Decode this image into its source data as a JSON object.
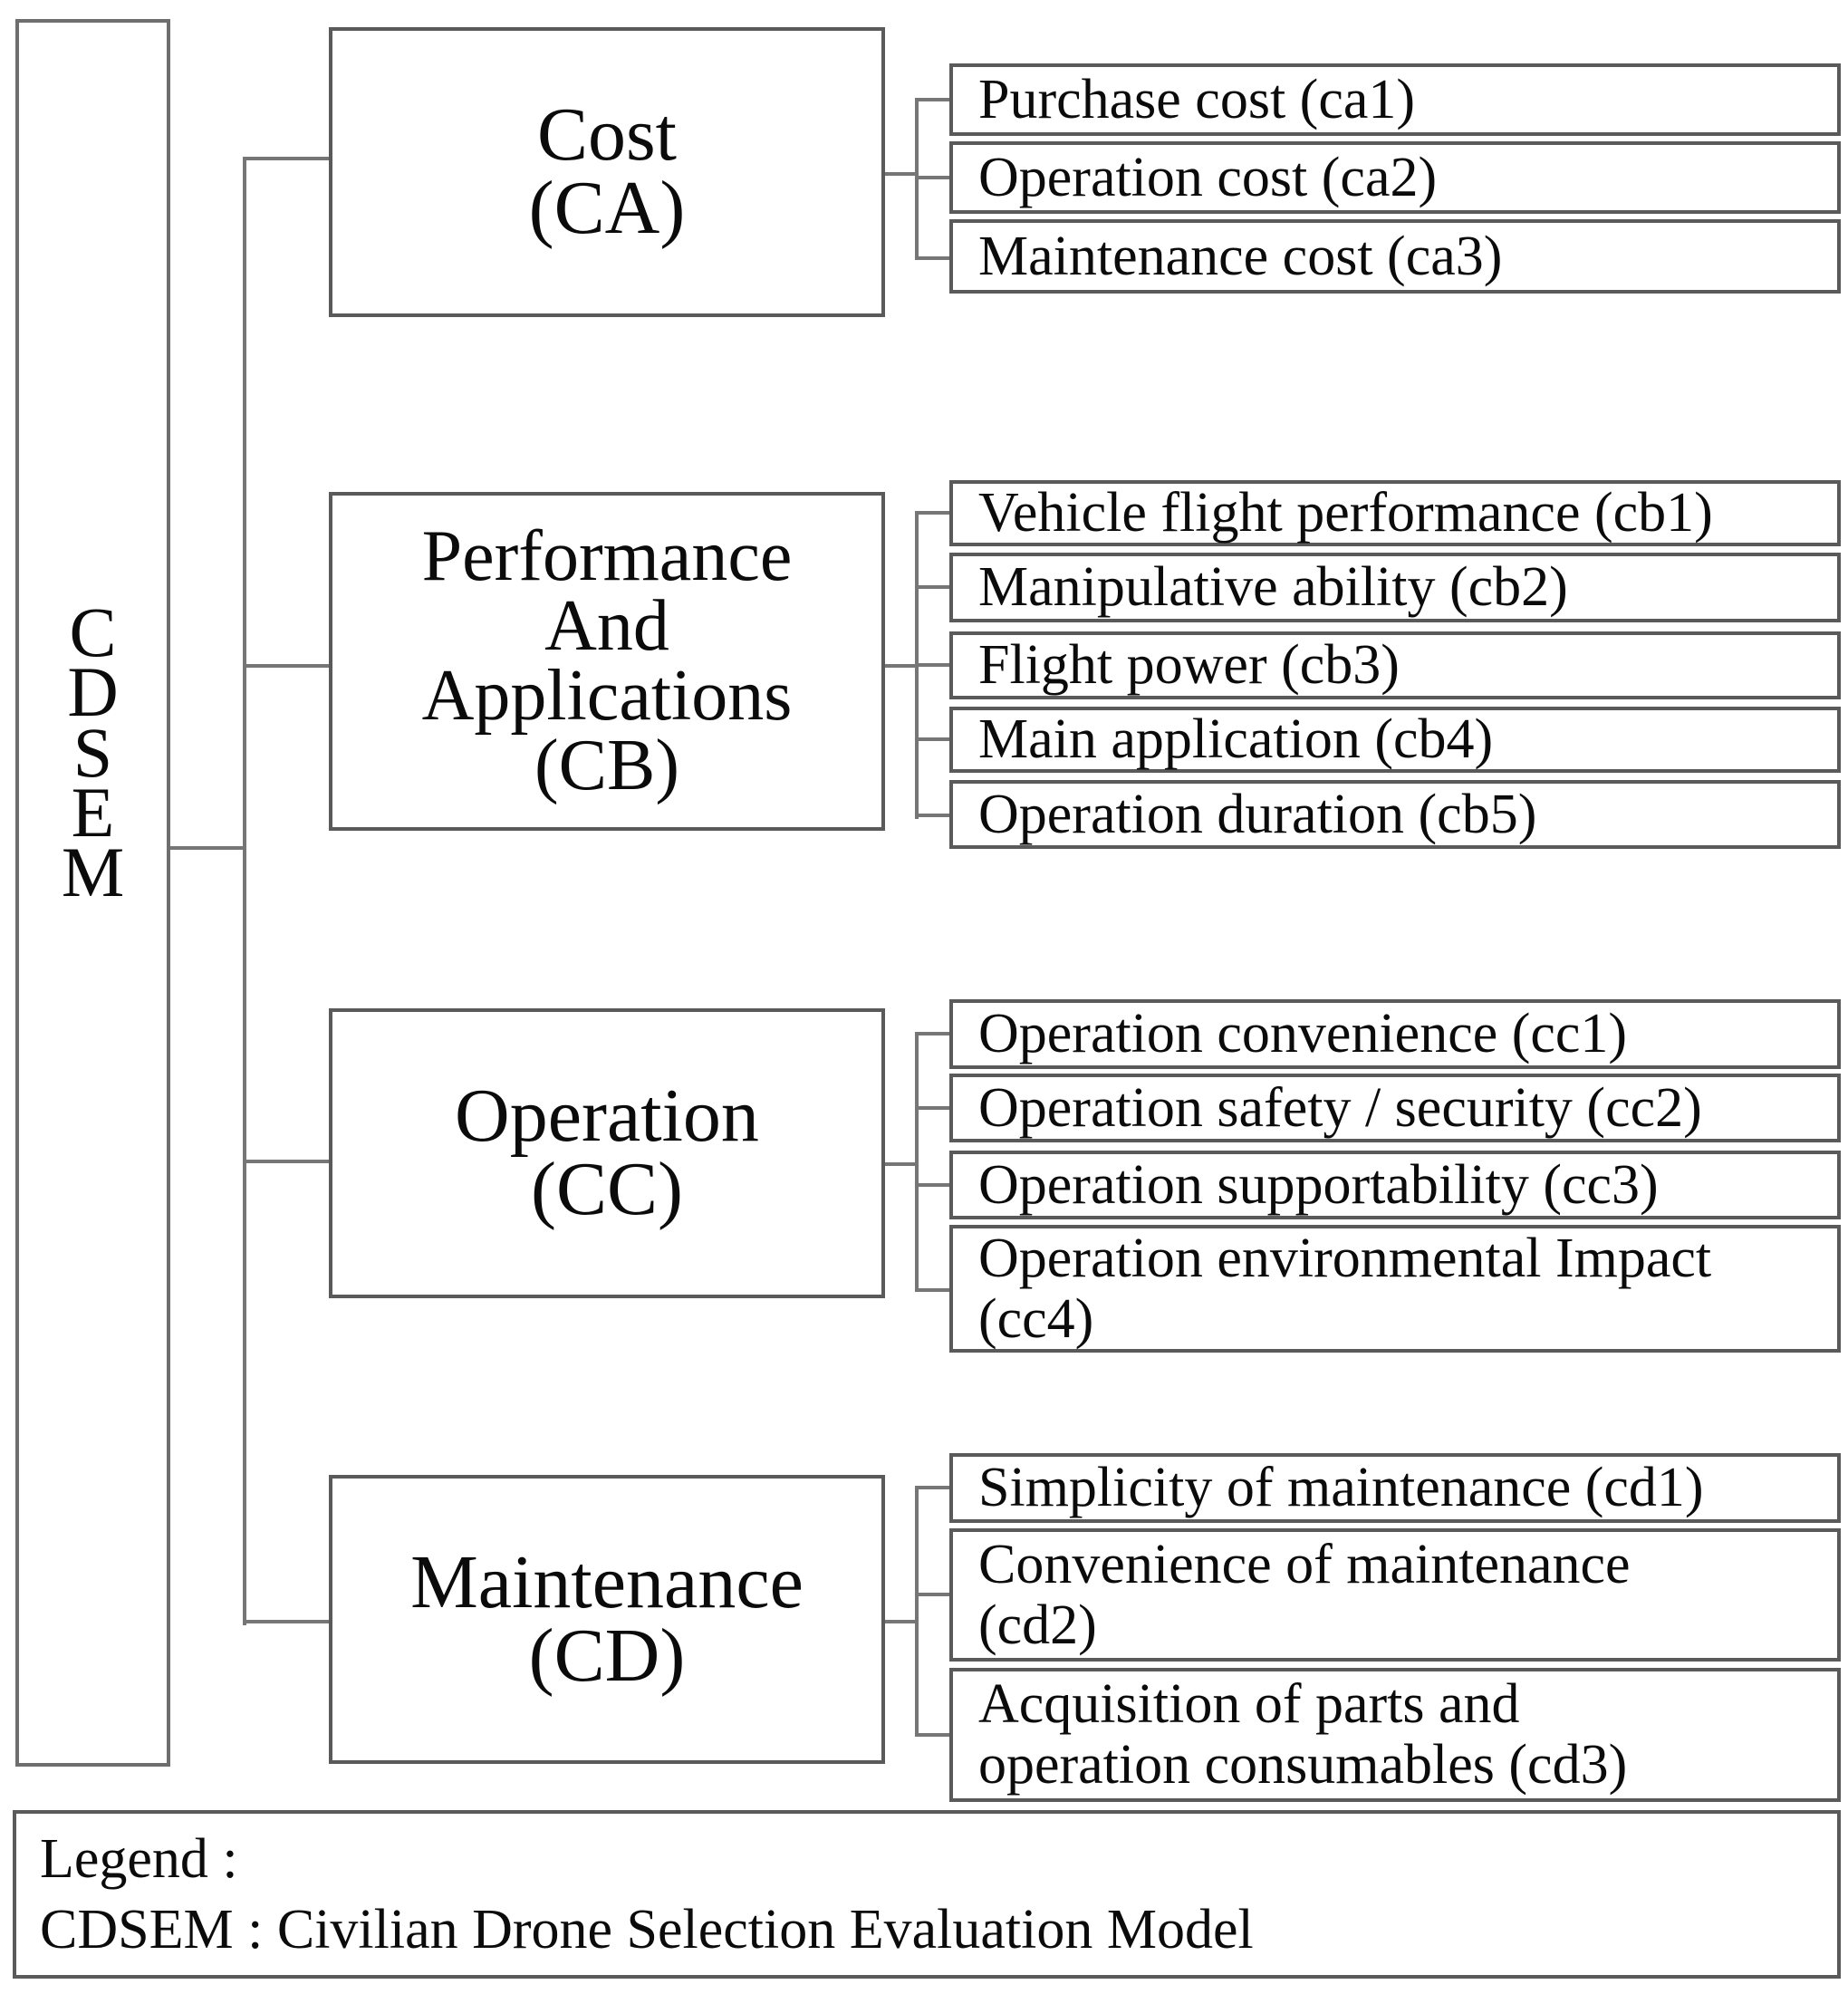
{
  "diagram": {
    "root": {
      "label": "C\nD\nS\nE\nM"
    },
    "groups": [
      {
        "id": "CA",
        "label": "Cost\n(CA)",
        "leaves": [
          "Purchase cost (ca1)",
          "Operation cost (ca2)",
          "Maintenance cost (ca3)"
        ]
      },
      {
        "id": "CB",
        "label": "Performance\nAnd\nApplications\n(CB)",
        "leaves": [
          "Vehicle flight performance (cb1)",
          "Manipulative ability (cb2)",
          "Flight power (cb3)",
          "Main application (cb4)",
          "Operation duration (cb5)"
        ]
      },
      {
        "id": "CC",
        "label": "Operation\n(CC)",
        "leaves": [
          "Operation convenience (cc1)",
          "Operation safety / security (cc2)",
          "Operation supportability (cc3)",
          "Operation environmental Impact\n(cc4)"
        ]
      },
      {
        "id": "CD",
        "label": "Maintenance\n(CD)",
        "leaves": [
          "Simplicity of maintenance (cd1)",
          "Convenience of maintenance\n(cd2)",
          "Acquisition of parts and\noperation consumables (cd3)"
        ]
      }
    ],
    "legend": {
      "line1": "Legend :",
      "line2": "CDSEM : Civilian Drone Selection Evaluation Model"
    }
  },
  "colors": {
    "background": "#ffffff",
    "text": "#0b0b0b",
    "border": "#5a5a5a",
    "border-light": "#8a8a8a",
    "connector": "#767676"
  }
}
